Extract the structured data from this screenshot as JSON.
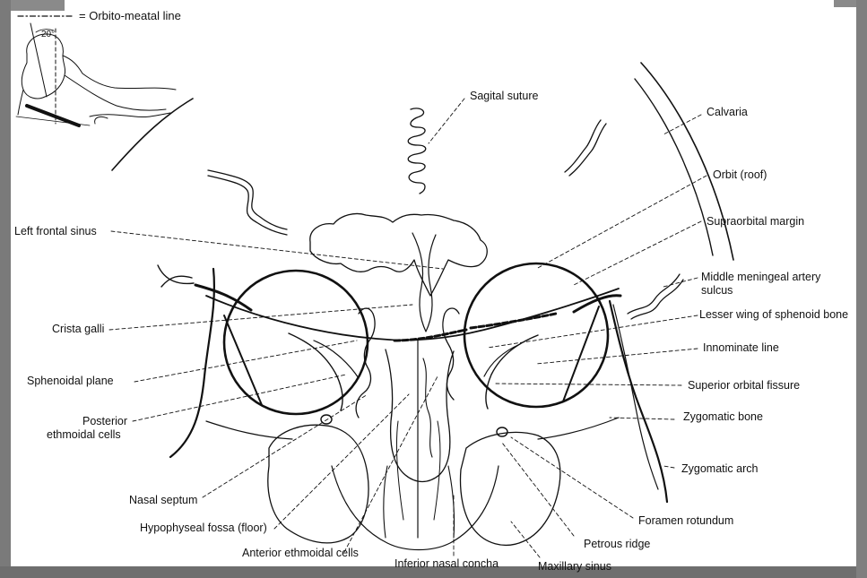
{
  "legend": {
    "dash_symbol": "·—·—·—",
    "text": "= Orbito-meatal line",
    "angle": "20°"
  },
  "labels": {
    "sagittal_suture": "Sagital suture",
    "calvaria": "Calvaria",
    "orbit_roof": "Orbit (roof)",
    "supraorbital_margin": "Supraorbital margin",
    "left_frontal_sinus": "Left frontal sinus",
    "middle_meningeal_1": "Middle meningeal artery",
    "middle_meningeal_2": "sulcus",
    "lesser_wing": "Lesser wing of sphenoid bone",
    "crista_galli": "Crista galli",
    "innominate_line": "Innominate line",
    "sphenoidal_plane": "Sphenoidal plane",
    "superior_orbital_fissure": "Superior orbital fissure",
    "posterior_ethmoidal_1": "Posterior",
    "posterior_ethmoidal_2": "ethmoidal cells",
    "zygomatic_bone": "Zygomatic bone",
    "zygomatic_arch": "Zygomatic arch",
    "nasal_septum": "Nasal septum",
    "hypophyseal_fossa": "Hypophyseal fossa (floor)",
    "foramen_rotundum": "Foramen rotundum",
    "anterior_ethmoidal": "Anterior ethmoidal cells",
    "petrous_ridge": "Petrous ridge",
    "inferior_nasal_concha": "Inferior nasal concha",
    "maxillary_sinus": "Maxillary sinus"
  },
  "colors": {
    "paper": "#ffffff",
    "ink": "#111111",
    "backdrop": "#8a8a8a"
  }
}
